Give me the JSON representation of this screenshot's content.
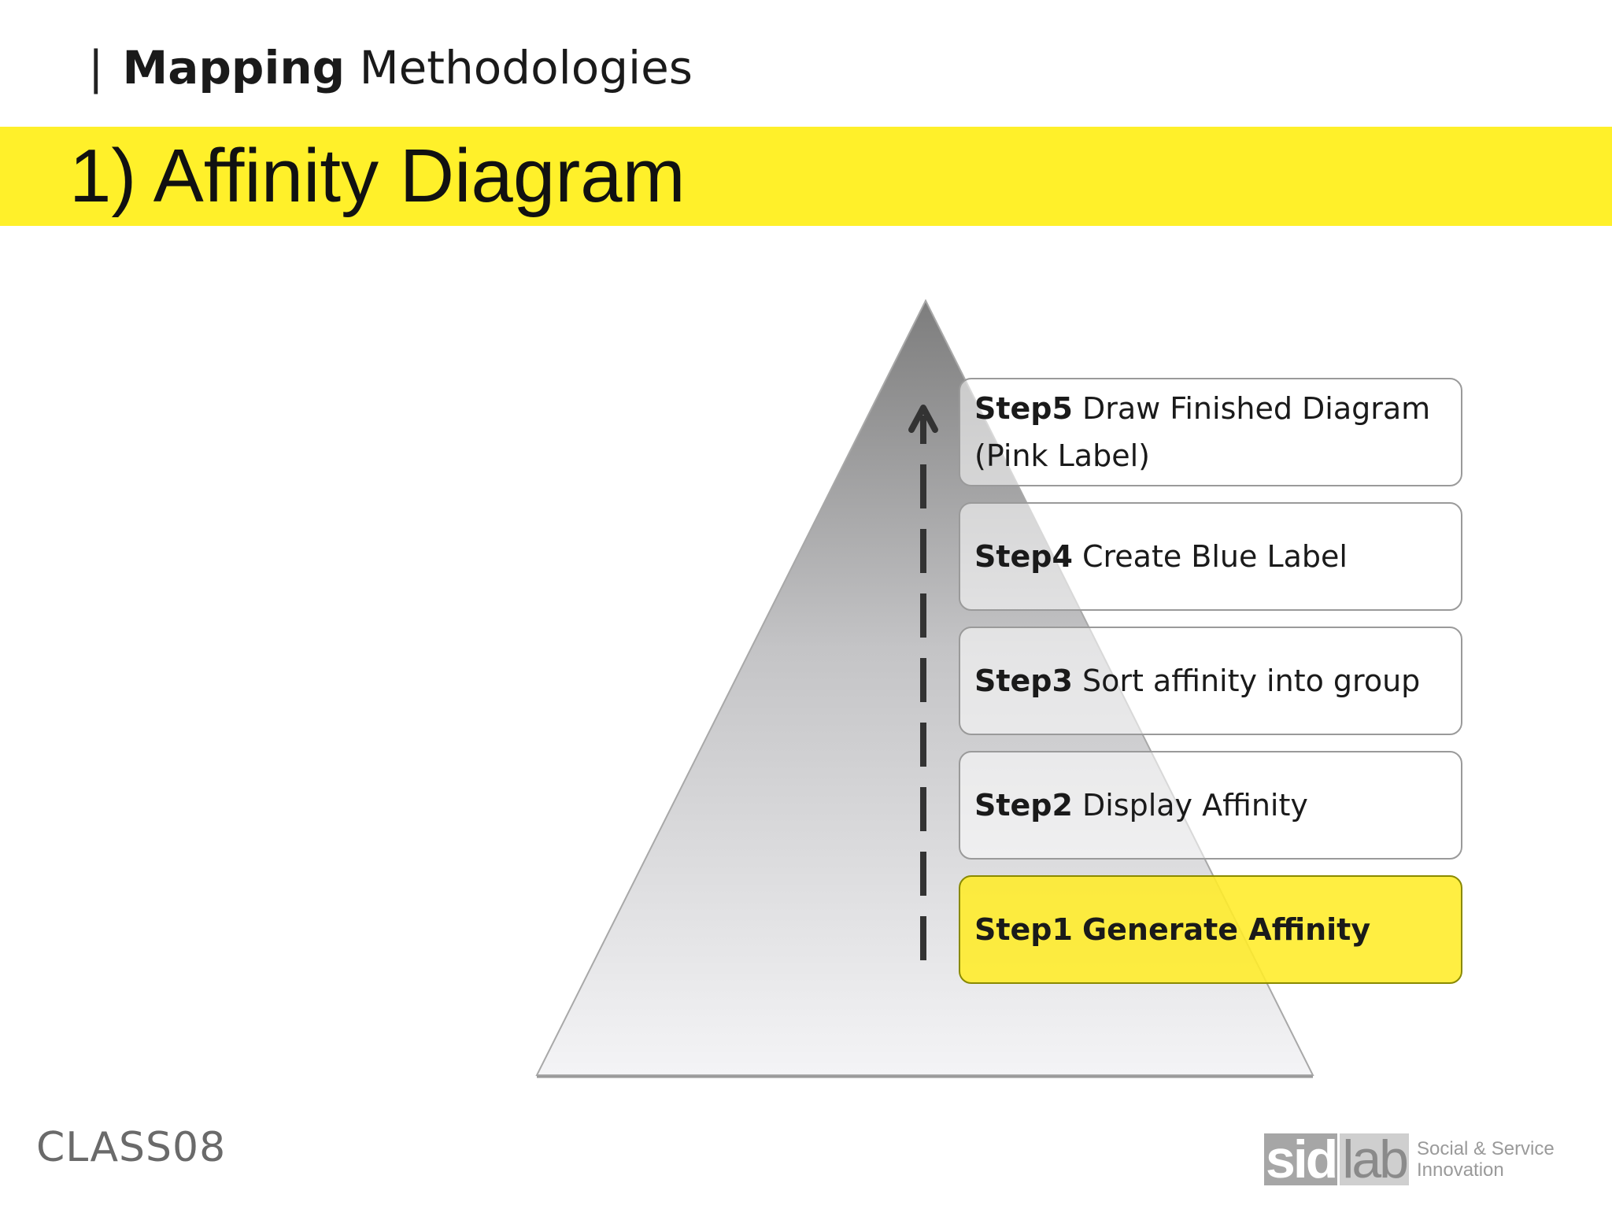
{
  "header": {
    "separator": "|",
    "strong": "Mapping",
    "light": "Methodologies"
  },
  "title": "1) Affinity Diagram",
  "diagram": {
    "steps": [
      {
        "num": "Step5",
        "text": "Draw Finished Diagram (Pink Label)",
        "highlighted": false
      },
      {
        "num": "Step4",
        "text": "Create Blue Label",
        "highlighted": false
      },
      {
        "num": "Step3",
        "text": "Sort affinity into group",
        "highlighted": false
      },
      {
        "num": "Step2",
        "text": "Display Affinity",
        "highlighted": false
      },
      {
        "num": "Step1",
        "text": "Generate Affinity",
        "highlighted": true
      }
    ],
    "colors": {
      "highlight": "#fff02a",
      "pyramid_top": "#7d7d7d",
      "pyramid_bottom": "#f4f4f6",
      "arrow": "#333333"
    }
  },
  "footer": {
    "class_label": "CLASS08",
    "logo_sid": "sid",
    "logo_lab": "lab",
    "logo_tag_line1": "Social & Service",
    "logo_tag_line2": "Innovation"
  }
}
